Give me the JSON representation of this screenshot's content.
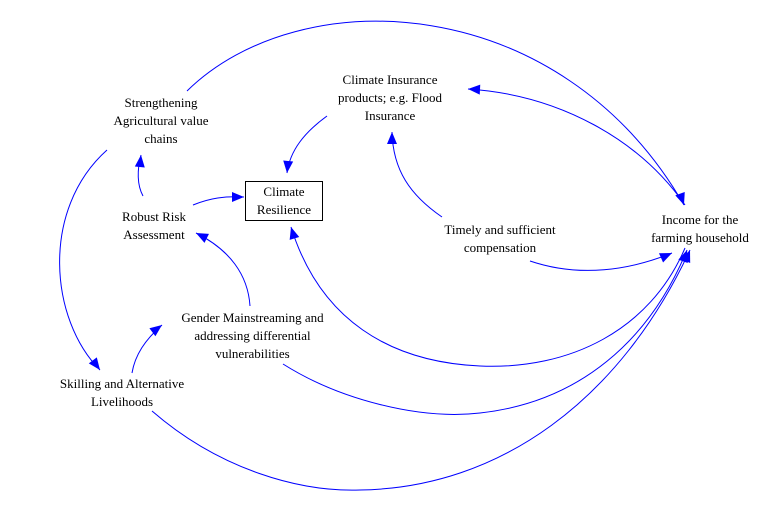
{
  "diagram": {
    "type": "causal-loop",
    "link_color": "#0000ff",
    "text_color": "#000000",
    "nodes": [
      {
        "id": "strengthening",
        "label": "Strengthening\nAgricultural value\nchains",
        "boxed": false
      },
      {
        "id": "climate_insurance",
        "label": "Climate Insurance\nproducts; e.g. Flood\nInsurance",
        "boxed": false
      },
      {
        "id": "climate_resilience",
        "label": "Climate\nResilience",
        "boxed": true
      },
      {
        "id": "robust_risk",
        "label": "Robust Risk\nAssessment",
        "boxed": false
      },
      {
        "id": "timely_comp",
        "label": "Timely and sufficient\ncompensation",
        "boxed": false
      },
      {
        "id": "income",
        "label": "Income for the\nfarming household",
        "boxed": false
      },
      {
        "id": "gender",
        "label": "Gender Mainstreaming and\naddressing differential\nvulnerabilities",
        "boxed": false
      },
      {
        "id": "skilling",
        "label": "Skilling and Alternative\nLivelihoods",
        "boxed": false
      }
    ],
    "links": [
      {
        "from": "strengthening",
        "to": "income"
      },
      {
        "from": "strengthening",
        "to": "skilling"
      },
      {
        "from": "robust_risk",
        "to": "strengthening"
      },
      {
        "from": "robust_risk",
        "to": "climate_resilience"
      },
      {
        "from": "climate_insurance",
        "to": "climate_resilience"
      },
      {
        "from": "income",
        "to": "climate_insurance"
      },
      {
        "from": "timely_comp",
        "to": "climate_insurance"
      },
      {
        "from": "timely_comp",
        "to": "income"
      },
      {
        "from": "income",
        "to": "climate_resilience"
      },
      {
        "from": "gender",
        "to": "robust_risk"
      },
      {
        "from": "gender",
        "to": "income"
      },
      {
        "from": "skilling",
        "to": "gender"
      },
      {
        "from": "skilling",
        "to": "income"
      }
    ]
  }
}
